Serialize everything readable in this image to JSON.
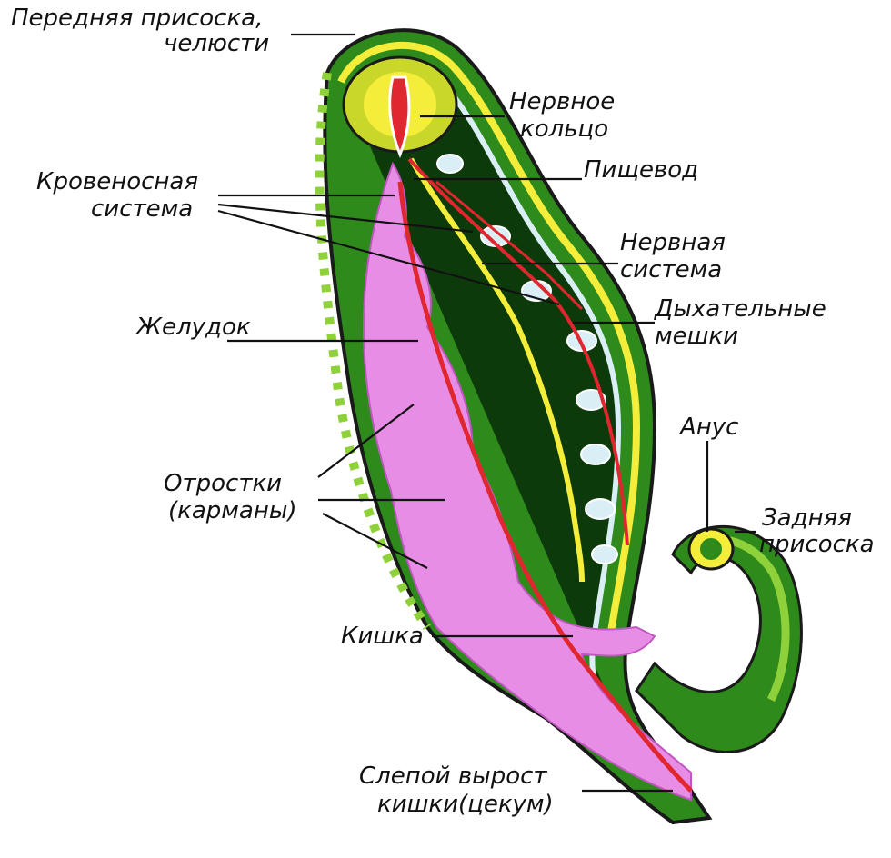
{
  "labels": {
    "front_sucker_l1": "Передняя присоска,",
    "front_sucker_l2": "челюсти",
    "nerve_ring_l1": "Нервное",
    "nerve_ring_l2": "кольцо",
    "esophagus": "Пищевод",
    "blood_l1": "Кровеносная",
    "blood_l2": "система",
    "nervous_l1": "Нервная",
    "nervous_l2": "система",
    "resp_l1": "Дыхательные",
    "resp_l2": "мешки",
    "stomach": "Желудок",
    "anus": "Анус",
    "rear_sucker_l1": "Задняя",
    "rear_sucker_l2": "присоска",
    "pockets_l1": "Отростки",
    "pockets_l2": "(карманы)",
    "intestine": "Кишка",
    "cecum_l1": "Слепой вырост",
    "cecum_l2": "кишки(цекум)"
  },
  "colors": {
    "body_outline": "#1a1a1a",
    "body_green": "#2f8a1c",
    "light_green": "#8fd13a",
    "yellow": "#f4ee3a",
    "inner_dark": "#0d3a0a",
    "pink": "#e88de6",
    "red": "#e0262e",
    "pale_blue": "#d9eef5"
  }
}
